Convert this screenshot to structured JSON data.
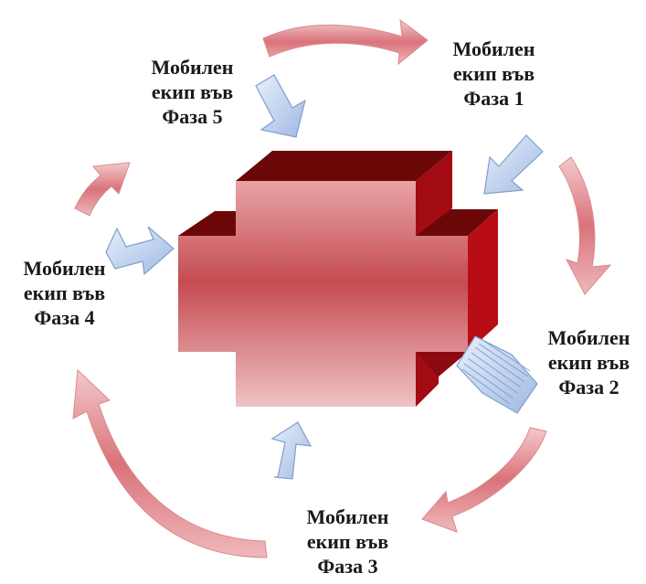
{
  "phases": [
    {
      "line1": "Мобилен",
      "line2": "екип във",
      "line3": "Фаза 1"
    },
    {
      "line1": "Мобилен",
      "line2": "екип във",
      "line3": "Фаза 2"
    },
    {
      "line1": "Мобилен",
      "line2": "екип във",
      "line3": "Фаза 3"
    },
    {
      "line1": "Мобилен",
      "line2": "екип във",
      "line3": "Фаза 4"
    },
    {
      "line1": "Мобилен",
      "line2": "екип във",
      "line3": "Фаза 5"
    }
  ],
  "colors": {
    "cross_front": "#c9535a",
    "cross_side": "#a80c12",
    "cross_top": "#7a0a0a",
    "cycle_arrow": "#e6a0a4",
    "team_arrow": "#bcd0ee"
  }
}
